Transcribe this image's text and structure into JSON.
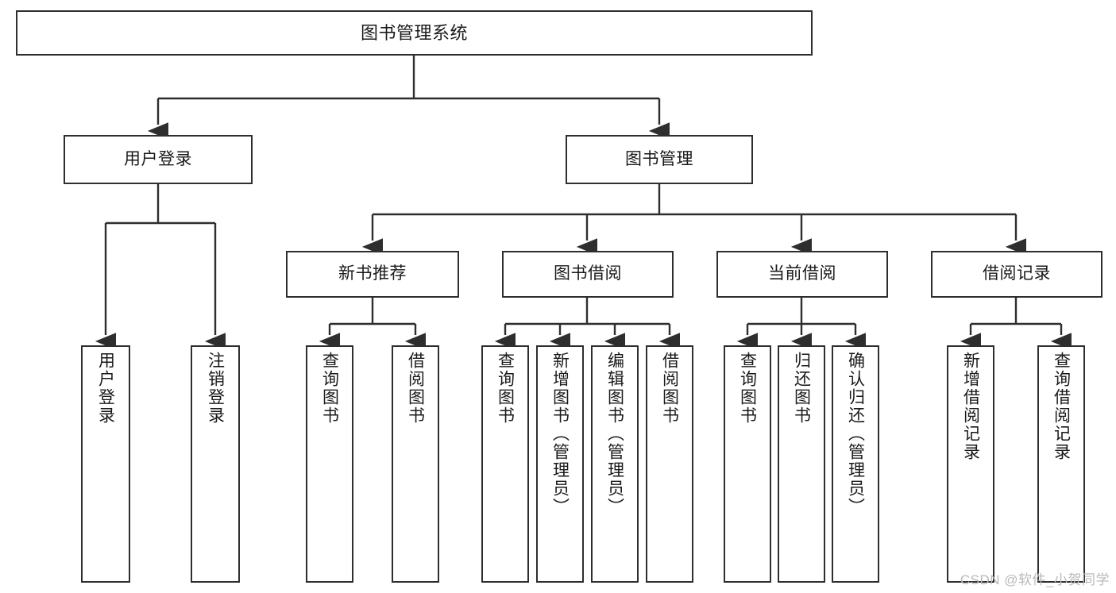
{
  "diagram": {
    "title": "图书管理系统",
    "type": "tree",
    "watermark": "CSDN @软件_小贺同学",
    "colors": {
      "stroke": "#2e2e2e",
      "fill": "#ffffff",
      "text": "#1a1a1a",
      "watermark": "#b9b9b9"
    },
    "nodes": {
      "root": {
        "label": "图书管理系统"
      },
      "level1": [
        {
          "id": "user-login",
          "label": "用户登录"
        },
        {
          "id": "book-management",
          "label": "图书管理"
        }
      ],
      "level2": [
        {
          "id": "new-book-recommend",
          "label": "新书推荐"
        },
        {
          "id": "book-borrow",
          "label": "图书借阅"
        },
        {
          "id": "current-borrow",
          "label": "当前借阅"
        },
        {
          "id": "borrow-record",
          "label": "借阅记录"
        }
      ],
      "leaves": {
        "user-login": [
          {
            "id": "leaf-user-login",
            "label": "用户登录"
          },
          {
            "id": "leaf-user-logout",
            "label": "注销登录"
          }
        ],
        "new-book-recommend": [
          {
            "id": "leaf-query-book-1",
            "label": "查询图书"
          },
          {
            "id": "leaf-borrow-book-1",
            "label": "借阅图书"
          }
        ],
        "book-borrow": [
          {
            "id": "leaf-query-book-2",
            "label": "查询图书"
          },
          {
            "id": "leaf-add-book",
            "label": "新增图书（管理员）"
          },
          {
            "id": "leaf-edit-book",
            "label": "编辑图书（管理员）"
          },
          {
            "id": "leaf-borrow-book-2",
            "label": "借阅图书"
          }
        ],
        "current-borrow": [
          {
            "id": "leaf-query-book-3",
            "label": "查询图书"
          },
          {
            "id": "leaf-return-book",
            "label": "归还图书"
          },
          {
            "id": "leaf-confirm-return",
            "label": "确认归还（管理员）"
          }
        ],
        "borrow-record": [
          {
            "id": "leaf-add-record",
            "label": "新增借阅记录"
          },
          {
            "id": "leaf-query-record",
            "label": "查询借阅记录"
          }
        ]
      }
    }
  }
}
